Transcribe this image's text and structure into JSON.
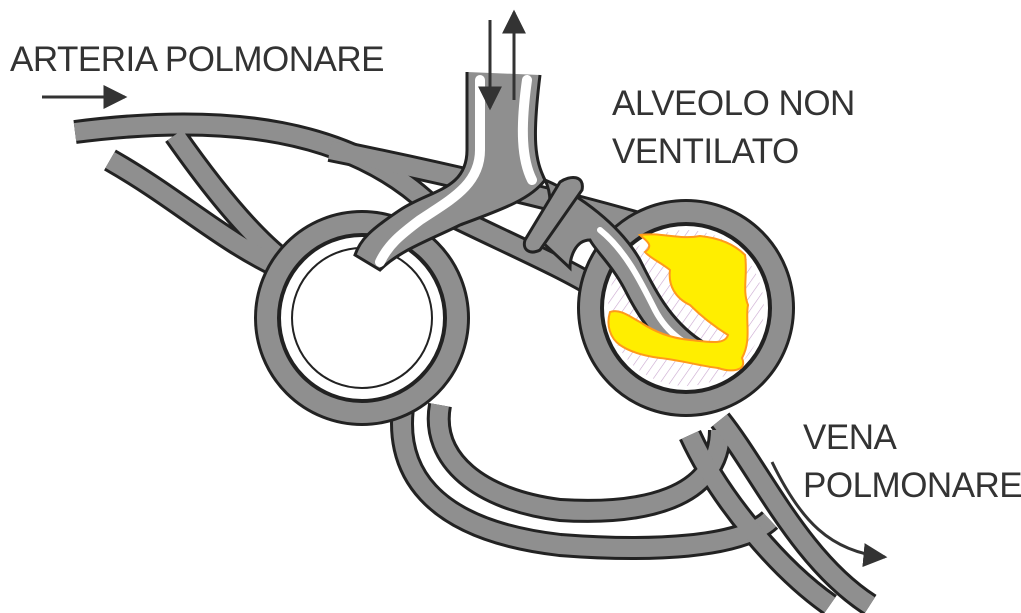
{
  "labels": {
    "arteria": "ARTERIA POLMONARE",
    "alveolo_line1": "ALVEOLO NON",
    "alveolo_line2": "VENTILATO",
    "vena_line1": "VENA",
    "vena_line2": "POLMONARE"
  },
  "colors": {
    "vessel_fill": "#8f8f8f",
    "vessel_outline": "#222222",
    "fluid_fill": "#ffee00",
    "fluid_outline": "#ff9a1a",
    "hatch": "#c9a6cf",
    "arrow": "#333333"
  }
}
